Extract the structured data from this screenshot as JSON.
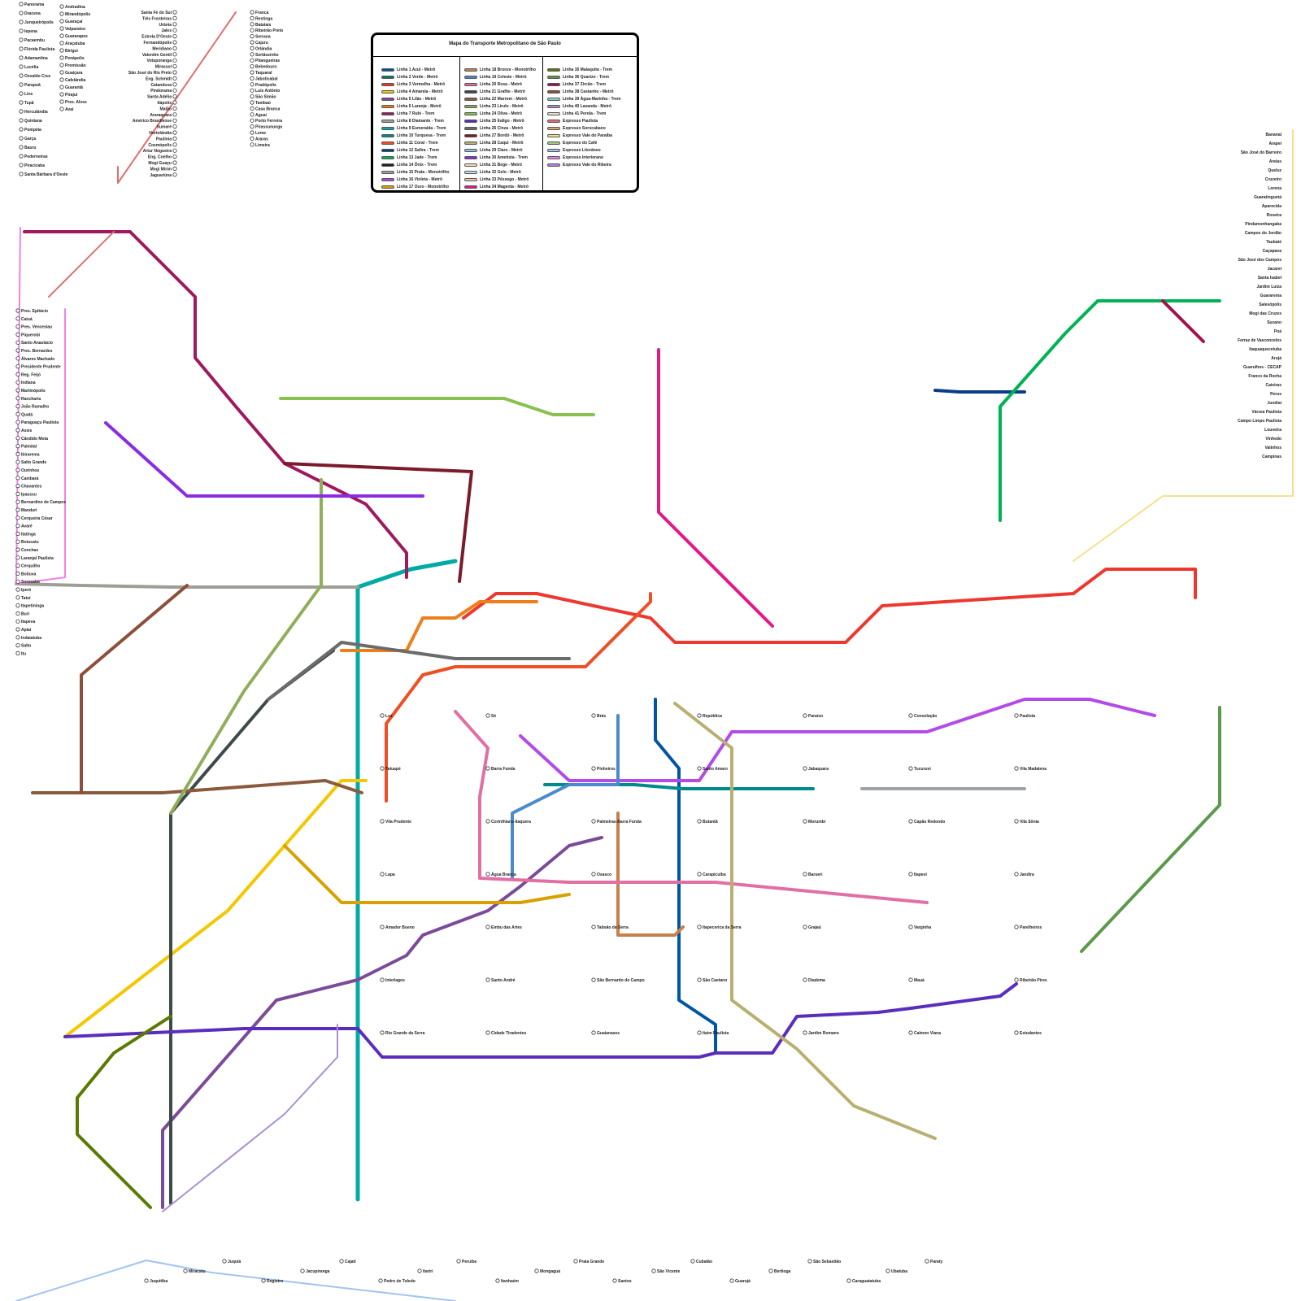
{
  "legend": {
    "title": "Mapa do Transporte Metropolitano de São Paulo",
    "columns": [
      [
        {
          "label": "Linha 1 Azul - Metrô",
          "color": "#0055a5"
        },
        {
          "label": "Linha 2 Verde - Metrô",
          "color": "#007e5e"
        },
        {
          "label": "Linha 3 Vermelha - Metrô",
          "color": "#ee372f"
        },
        {
          "label": "Linha 4 Amarela - Metrô",
          "color": "#f4c700"
        },
        {
          "label": "Linha 5 Lilás - Metrô",
          "color": "#7c4a9a"
        },
        {
          "label": "Linha 6 Laranja - Metrô",
          "color": "#ef7d1a"
        },
        {
          "label": "Linha 7 Rubi - Trem",
          "color": "#a0185e"
        },
        {
          "label": "Linha 8 Diamante - Trem",
          "color": "#9e9e94"
        },
        {
          "label": "Linha 9 Esmeralda - Trem",
          "color": "#01a9a7"
        },
        {
          "label": "Linha 10 Turquesa - Trem",
          "color": "#008b8b"
        },
        {
          "label": "Linha 11 Coral - Trem",
          "color": "#f04e23"
        },
        {
          "label": "Linha 12 Safira - Trem",
          "color": "#083e89"
        },
        {
          "label": "Linha 13 Jade - Trem",
          "color": "#00b352"
        },
        {
          "label": "Linha 14 Ônix - Trem",
          "color": "#222222"
        },
        {
          "label": "Linha 15 Prata - Monotrilho",
          "color": "#9da3a7"
        },
        {
          "label": "Linha 16 Violeta - Metrô",
          "color": "#b44ae8"
        },
        {
          "label": "Linha 17 Ouro - Monotrilho",
          "color": "#d8a100"
        }
      ],
      [
        {
          "label": "Linha 18 Bronze - Monotrilho",
          "color": "#c7804a"
        },
        {
          "label": "Linha 19 Celeste - Metrô",
          "color": "#4b8bcc"
        },
        {
          "label": "Linha 20 Rosa - Metrô",
          "color": "#e26fa4"
        },
        {
          "label": "Linha 21 Grafite - Metrô",
          "color": "#3d4a4a"
        },
        {
          "label": "Linha 22 Marrom - Metrô",
          "color": "#8b5a3c"
        },
        {
          "label": "Linha 23 Lirulo - Metrô",
          "color": "#8fae5a"
        },
        {
          "label": "Linha 24 Oliva - Metrô",
          "color": "#8ac050"
        },
        {
          "label": "Linha 25 Índigo - Metrô",
          "color": "#5a2dbf"
        },
        {
          "label": "Linha 26 Cinza - Metrô",
          "color": "#6b6b6b"
        },
        {
          "label": "Linha 27 Bordô - Metrô",
          "color": "#7b1a2b"
        },
        {
          "label": "Linha 28 Caqui - Metrô",
          "color": "#b8b070"
        },
        {
          "label": "Linha 29 Claro - Metrô",
          "color": "#8fc2e8"
        },
        {
          "label": "Linha 30 Ametista - Trem",
          "color": "#8b2be2"
        },
        {
          "label": "Linha 31 Bege - Metrô",
          "color": "#f3d9b1"
        },
        {
          "label": "Linha 32 Gelo - Metrô",
          "color": "#c7dbe8"
        },
        {
          "label": "Linha 33 Pêssego - Metrô",
          "color": "#f7c9a0"
        },
        {
          "label": "Linha 34 Magenta - Metrô",
          "color": "#e11a8a"
        }
      ],
      [
        {
          "label": "Linha 35 Malaquita - Trem",
          "color": "#5a7a00"
        },
        {
          "label": "Linha 36 Quartzo - Trem",
          "color": "#5a9a4a"
        },
        {
          "label": "Linha 37 Zircão - Trem",
          "color": "#a3114f"
        },
        {
          "label": "Linha 38 Castanho - Metrô",
          "color": "#8e4e3a"
        },
        {
          "label": "Linha 39 Água-Marinha - Trem",
          "color": "#7fd6d2"
        },
        {
          "label": "Linha 40 Lavanda - Metrô",
          "color": "#a98fd0"
        },
        {
          "label": "Linha 41 Perola - Trem",
          "color": "#e8dfd0"
        },
        {
          "label": "Expresso Paulista",
          "color": "#e07070"
        },
        {
          "label": "Expresso Sorocabano",
          "color": "#e8a070"
        },
        {
          "label": "Expresso Vale do Paraíba",
          "color": "#f5e08a"
        },
        {
          "label": "Expresso do Café",
          "color": "#a8c880"
        },
        {
          "label": "Expresso Litorâneo",
          "color": "#a0c4f0"
        },
        {
          "label": "Expresso Interiorano",
          "color": "#f080e8"
        },
        {
          "label": "Expresso Vale do Ribeira",
          "color": "#b080e0"
        }
      ]
    ]
  },
  "stations": {
    "top_left": [
      "Panorama",
      "Dracena",
      "Junqueirópolis",
      "Iepena",
      "Pacaembu",
      "Flórida Paulista",
      "Adamantina",
      "Lucélia",
      "Osvaldo Cruz",
      "Parapuã",
      "Lins",
      "Tupã",
      "Herculândia",
      "Quintana",
      "Pompéia",
      "Garça",
      "Bauru",
      "Pederneiras",
      "Piracicaba",
      "Santa Bárbara d'Oeste"
    ],
    "col2": [
      "Andradina",
      "Mirandópolis",
      "Guaraçaí",
      "Valparaíso",
      "Guararapes",
      "Araçatuba",
      "Birigui",
      "Penápolis",
      "Promissão",
      "Guaiçara",
      "Cafelândia",
      "Guarantã",
      "Pirajuí",
      "Pres. Alves",
      "Avaí"
    ],
    "northwest": [
      "Santa Fé do Sul",
      "Três Fronteiras",
      "Urânia",
      "Jales",
      "Estrela D'Oeste",
      "Fernandópolis",
      "Meridiano",
      "Valentim Gentil",
      "Votuporanga",
      "Mirassol",
      "São José do Rio Preto",
      "Eng. Schmidt",
      "Catanduva",
      "Pindorama",
      "Santa Adélia",
      "Itápolis",
      "Matão",
      "Araraquara",
      "Américo Brasiliense",
      "Sumaré",
      "Hortolândia",
      "Paulínia",
      "Cosmópolis",
      "Artur Nogueira",
      "Eng. Coelho",
      "Mogi Guaçu",
      "Mogi Mirim",
      "Jaguariúna",
      "Franca",
      "Restinga",
      "Batatais",
      "Ribeirão Preto",
      "Serrana",
      "Cajuru",
      "Orlândia",
      "Sertãozinho",
      "Pitangueiras",
      "Bebedouro",
      "Taquaral",
      "Jaboticabal",
      "Pradópolis",
      "Luís Antônio",
      "São Simão",
      "Tambaú",
      "Casa Branca",
      "Aguaí",
      "Porto Ferreira",
      "Pirassununga",
      "Leme",
      "Araras",
      "Limeira"
    ],
    "west": [
      "Pres. Epitácio",
      "Caiuá",
      "Pres. Venceslau",
      "Piquerobi",
      "Santo Anastácio",
      "Pres. Bernardes",
      "Álvares Machado",
      "Presidente Prudente",
      "Reg. Feijó",
      "Indiana",
      "Martinópolis",
      "Rancharia",
      "João Ramalho",
      "Quatá",
      "Paraguaçu Paulista",
      "Assis",
      "Cândido Mota",
      "Palmital",
      "Ibirarema",
      "Salto Grande",
      "Ourinhos",
      "Cambará",
      "Chavantes",
      "Ipaussu",
      "Bernardino de Campos",
      "Manduri",
      "Cerqueira César",
      "Avaré",
      "Itatinga",
      "Botucatu",
      "Conchas",
      "Laranjal Paulista",
      "Cerquilho",
      "Boituva",
      "Sorocaba",
      "Iperó",
      "Tatuí",
      "Itapetininga",
      "Buri",
      "Itapeva",
      "Apiaí",
      "Indaiatuba",
      "Salto",
      "Itu"
    ],
    "east": [
      "Bananal",
      "Arapeí",
      "São José do Barreiro",
      "Areias",
      "Queluz",
      "Cruzeiro",
      "Lorena",
      "Guaratinguetá",
      "Aparecida",
      "Roseira",
      "Pindamonhangaba",
      "Campos do Jordão",
      "Taubaté",
      "Caçapava",
      "São José dos Campos",
      "Jacareí",
      "Santa Isabel",
      "Jardim Luiza",
      "Guararema",
      "Salesópolis",
      "Mogi das Cruzes",
      "Suzano",
      "Poá",
      "Ferraz de Vasconcelos",
      "Itaquaquecetuba",
      "Arujá",
      "Guarulhos - CECAP",
      "Franco da Rocha",
      "Caieiras",
      "Perus",
      "Jundiaí",
      "Várzea Paulista",
      "Campo Limpo Paulista",
      "Louveira",
      "Vinhedo",
      "Valinhos",
      "Campinas"
    ],
    "central": [
      "Luz",
      "Sé",
      "Brás",
      "República",
      "Paraíso",
      "Consolação",
      "Paulista",
      "Tatuapé",
      "Barra Funda",
      "Pinheiros",
      "Santo Amaro",
      "Jabaquara",
      "Tucuruvi",
      "Vila Madalena",
      "Vila Prudente",
      "Corinthians-Itaquera",
      "Palmeiras-Barra Funda",
      "Butantã",
      "Morumbi",
      "Capão Redondo",
      "Vila Sônia",
      "Lapa",
      "Água Branca",
      "Osasco",
      "Carapicuíba",
      "Barueri",
      "Itapevi",
      "Jandira",
      "Amador Bueno",
      "Embu das Artes",
      "Taboão da Serra",
      "Itapecerica da Serra",
      "Grajaú",
      "Varginha",
      "Parelheiros",
      "Interlagos",
      "Santo André",
      "São Bernardo do Campo",
      "São Caetano",
      "Diadema",
      "Mauá",
      "Ribeirão Pires",
      "Rio Grande da Serra",
      "Cidade Tiradentes",
      "Guaianases",
      "Itaim Paulista",
      "Jardim Romano",
      "Calmon Viana",
      "Estudantes"
    ],
    "south": [
      "Juquitiba",
      "Miracatu",
      "Juquiá",
      "Registro",
      "Jacupiranga",
      "Cajati",
      "Pedro de Toledo",
      "Itariri",
      "Peruíbe",
      "Itanhaém",
      "Mongaguá",
      "Praia Grande",
      "Santos",
      "São Vicente",
      "Cubatão",
      "Guarujá",
      "Bertioga",
      "São Sebastião",
      "Caraguatatuba",
      "Ubatuba",
      "Paraty"
    ]
  }
}
